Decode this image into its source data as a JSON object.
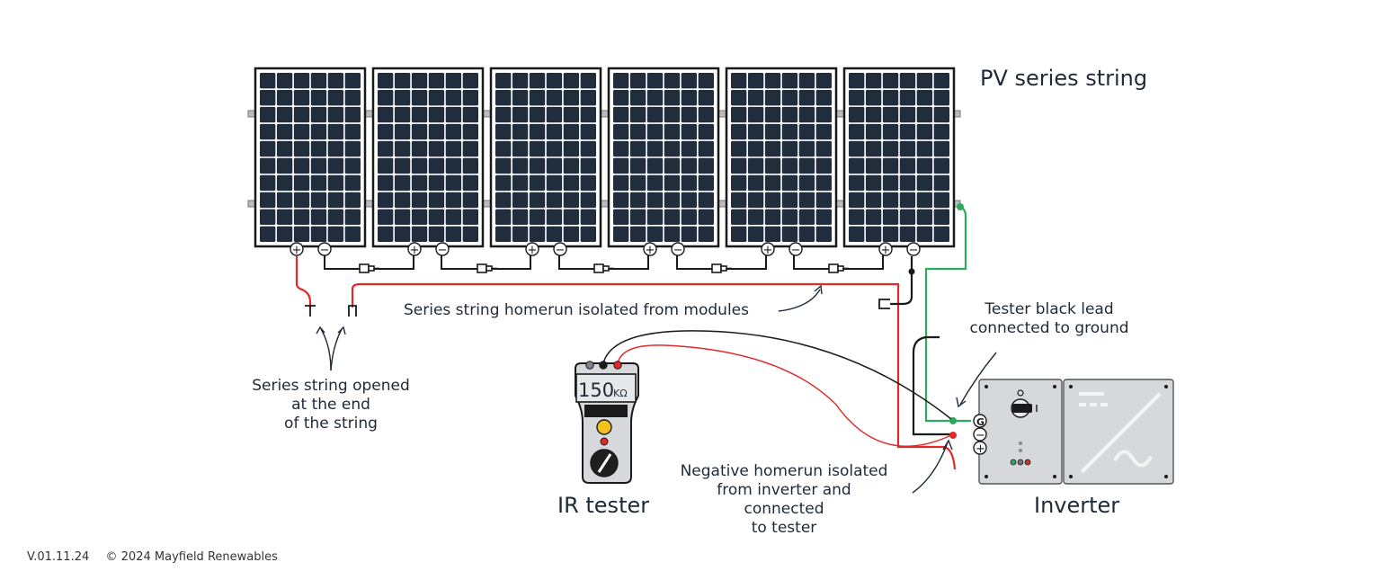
{
  "title": "PV series string",
  "labels": {
    "homerun_isolated": "Series string homerun isolated from modules",
    "string_opened": "Series string opened\nat the end\nof the string",
    "tester_black_lead": "Tester black lead\nconnected to ground",
    "negative_homerun": "Negative homerun isolated\nfrom inverter and connected\nto tester",
    "ir_tester": "IR tester",
    "inverter": "Inverter"
  },
  "tester_display": {
    "value": "150",
    "unit": "KΩ"
  },
  "terminals": {
    "plus": "+",
    "minus": "−",
    "ground": "G"
  },
  "footer": {
    "version": "V.01.11.24",
    "copyright": "© 2024 Mayfield Renewables"
  },
  "colors": {
    "panel_cell": "#1f2d3c",
    "panel_frame": "#1a1a1a",
    "wire_positive": "#e02a2a",
    "wire_ground": "#2eaa5e",
    "wire_negative": "#1a1a1a",
    "device_body": "#d6d8db",
    "tester_knob": "#f2c21b"
  }
}
